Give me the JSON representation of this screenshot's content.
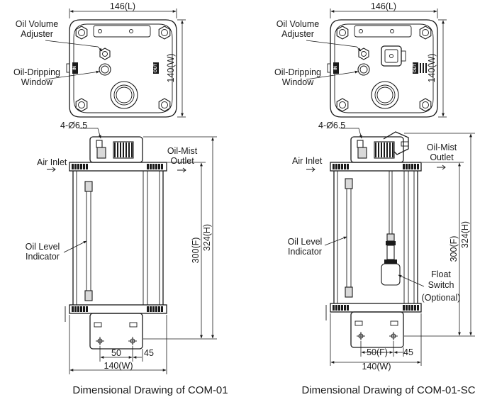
{
  "common": {
    "dim_length": "146(L)",
    "dim_width_side": "140(W)",
    "dim_width_bottom": "140(W)",
    "dim_hole": "4-Ø6.5",
    "dim_flange": "300(F)",
    "dim_height": "324(H)",
    "dim_45": "45",
    "oil_volume_l1": "Oil Volume",
    "oil_volume_l2": "Adjuster",
    "oil_drip_l1": "Oil-Dripping",
    "oil_drip_l2": "Window",
    "air_inlet": "Air Inlet",
    "oil_mist_l1": "Oil-Mist",
    "oil_mist_l2": "Outlet",
    "oil_level_l1": "Oil Level",
    "oil_level_l2": "Indicator",
    "in_tag": "IN",
    "out_tag": "OUT"
  },
  "left": {
    "dim_50": "50",
    "caption": "Dimensional Drawing of COM-01"
  },
  "right": {
    "dim_50": "50(F)",
    "float_l1": "Float",
    "float_l2": "Switch",
    "float_l3": "(Optional)",
    "caption": "Dimensional Drawing of COM-01-SC"
  },
  "colors": {
    "line": "#1a1a1a",
    "background": "#ffffff",
    "shade": "#d9d9d9"
  }
}
